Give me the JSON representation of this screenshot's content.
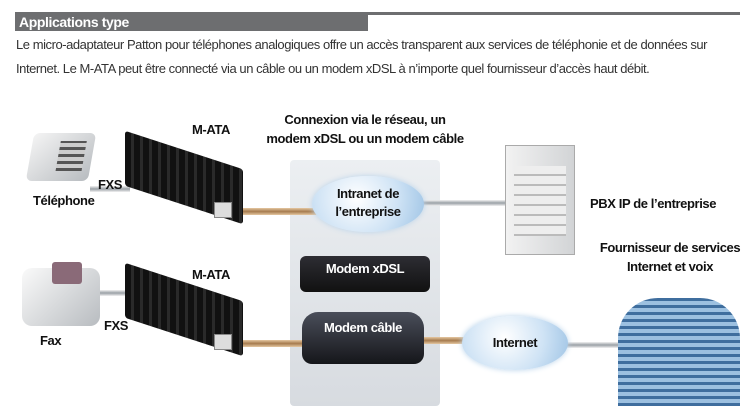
{
  "header": {
    "title": "Applications type"
  },
  "intro": {
    "line1": "Le micro-adaptateur Patton pour téléphones analogiques offre un accès transparent aux services de téléphonie et de données sur",
    "line2": "Internet. Le M-ATA peut être connecté via un câble ou un modem xDSL à n’importe quel fournisseur d’accès haut débit."
  },
  "diagram": {
    "connection_title_1": "Connexion via le réseau, un",
    "connection_title_2": "modem xDSL ou un modem câble",
    "device1": {
      "name": "Téléphone",
      "interface": "FXS",
      "adapter": "M-ATA"
    },
    "device2": {
      "name": "Fax",
      "interface": "FXS",
      "adapter": "M-ATA"
    },
    "intranet_1": "Intranet de",
    "intranet_2": "l’entreprise",
    "modem_xdsl": "Modem xDSL",
    "modem_cable": "Modem câble",
    "internet": "Internet",
    "pbx": "PBX IP de l’entreprise",
    "provider_1": "Fournisseur de services",
    "provider_2": "Internet et voix"
  }
}
